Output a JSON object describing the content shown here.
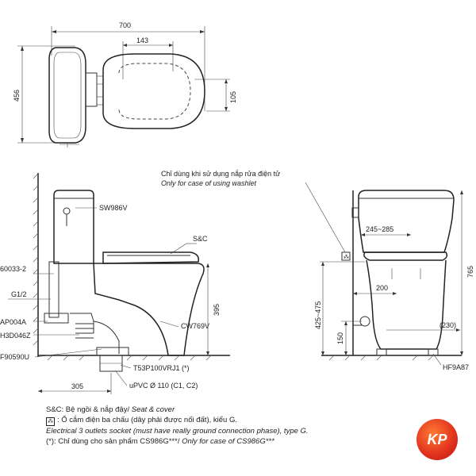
{
  "dimensions": {
    "top_width": "700",
    "top_depth": "456",
    "seat_offset": "143",
    "seat_side": "105",
    "total_height": "765",
    "tank_depth": "245~285",
    "seat_height_range": "425~475",
    "outlet_height": "200",
    "pipe_height": "150",
    "foot_span": "(230)",
    "outlet_height_side": "395",
    "rough_in": "305"
  },
  "labels": {
    "tank": "SW986V",
    "seat": "S&C",
    "bowl": "CW769V",
    "part_a": "60033-2",
    "part_g": "G1/2",
    "part_tap": "AP004A",
    "part_hd": "H3D046Z",
    "part_f": "F90590U",
    "outlet_part": "T53P100VRJ1 (*)",
    "pipe": "uPVC Ø 110 (C1, C2)",
    "side_foot": "HF9A87"
  },
  "note": {
    "vi": "Chỉ dùng khi sử dụng nắp rửa điện tử",
    "en": "Only for case of using washlet"
  },
  "legend": {
    "seat_vi": "S&C: Bệ ngồi & nắp đậy/",
    "seat_en": "Seat & cover",
    "socket_vi": "Ổ cắm điện ba chấu (dây phải được nối đất), kiểu G.",
    "socket_en": "Electrical 3 outlets socket (must have really ground connection phase), type G.",
    "star_vi": "(*): Chỉ dùng cho sản phẩm CS986G***/",
    "star_en": "Only for case of CS986G***"
  },
  "logo": {
    "text": "KP",
    "color": "#e0301e"
  }
}
